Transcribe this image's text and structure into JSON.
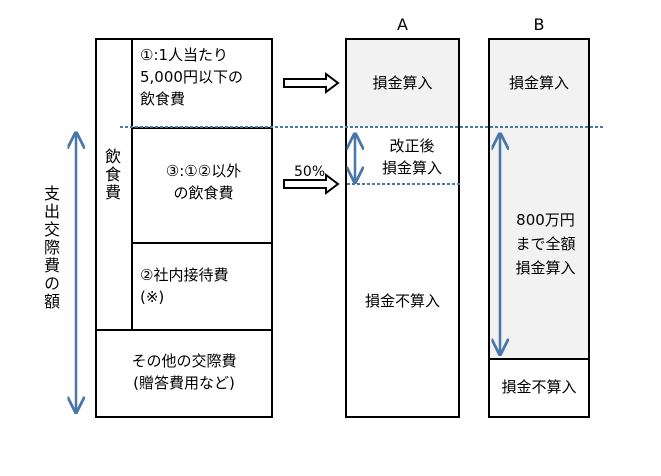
{
  "left_label": "支出交際費の額",
  "table": {
    "category": "飲食費",
    "row1": [
      "①:1人当たり",
      "5,000円以下の",
      "飲食費"
    ],
    "row2": [
      "③:①②以外",
      "の飲食費"
    ],
    "row3": [
      "②社内接待費",
      "(※)"
    ],
    "row4": [
      "その他の交際費",
      "(贈答費用など)"
    ]
  },
  "arrow_label": "50%",
  "col_a": {
    "header": "A",
    "top": "損金算入",
    "mid": [
      "改正後",
      "損金算入"
    ],
    "bottom": "損金不算入"
  },
  "col_b": {
    "header": "B",
    "top": "損金算入",
    "mid": [
      "800万円",
      "まで全額",
      "損金算入"
    ],
    "bottom": "損金不算入"
  },
  "colors": {
    "accent": "#4a76a8",
    "shade": "#f2f2f2",
    "border": "#000000"
  }
}
